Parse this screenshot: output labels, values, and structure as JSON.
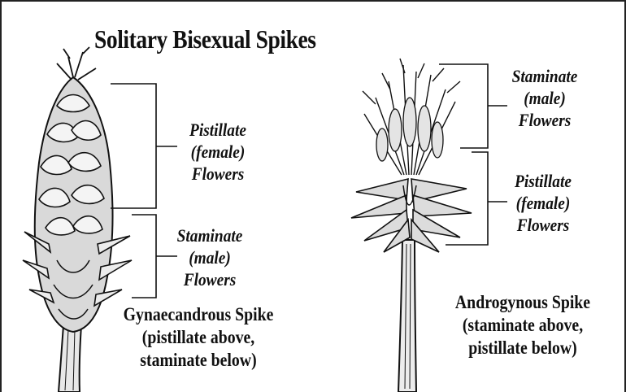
{
  "title": "Solitary Bisexual Spikes",
  "left_spike": {
    "label_upper": [
      "Pistillate",
      "(female)",
      "Flowers"
    ],
    "label_lower": [
      "Staminate",
      "(male)",
      "Flowers"
    ],
    "caption": [
      "Gynaecandrous Spike",
      "(pistillate above,",
      "staminate below)"
    ]
  },
  "right_spike": {
    "label_upper": [
      "Staminate",
      "(male)",
      "Flowers"
    ],
    "label_lower": [
      "Pistillate",
      "(female)",
      "Flowers"
    ],
    "caption": [
      "Androgynous Spike",
      "(staminate above,",
      "pistillate below)"
    ]
  }
}
